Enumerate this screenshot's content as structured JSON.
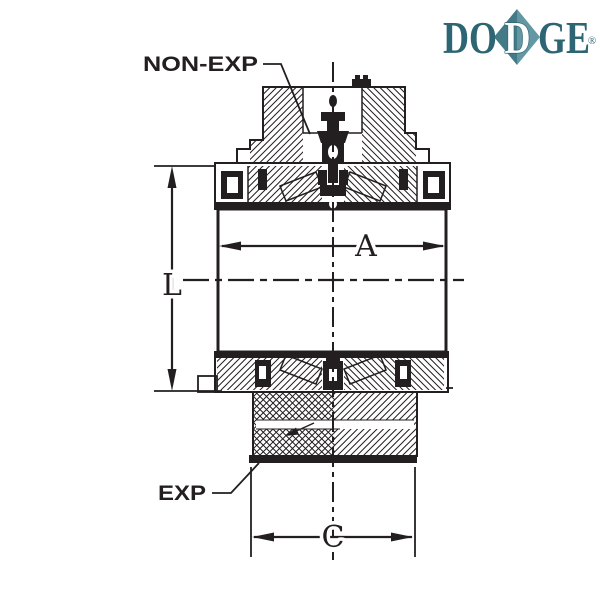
{
  "page": {
    "background": "#ffffff"
  },
  "drawing": {
    "ink_color": "#231f20",
    "labels": {
      "non_exp": "NON-EXP",
      "exp": "EXP",
      "dim_a": "A",
      "dim_l": "L",
      "dim_c": "C"
    }
  },
  "logo": {
    "brand": "DODGE",
    "segments": {
      "left": "DO",
      "middle": "D",
      "right": "GE"
    },
    "registered_mark": "®",
    "colors": {
      "letters": "#2d6573",
      "diamond_left": "#427a87",
      "diamond_right": "#6397a4",
      "middle_letter": "#ffffff"
    }
  }
}
